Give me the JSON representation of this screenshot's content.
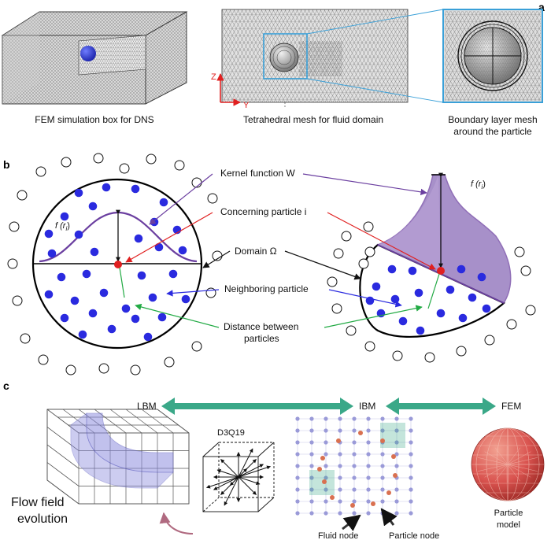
{
  "panels": {
    "a": {
      "letter": "a",
      "captions": [
        "FEM simulation box for DNS",
        "Tetrahedral mesh for fluid domain",
        "Boundary layer mesh",
        "around the particle"
      ],
      "axis_z": "Z",
      "axis_y": "Y"
    },
    "b": {
      "letter": "b",
      "labels": [
        "Kernel function W",
        "Concerning particle i",
        "Domain Ω",
        "Neighboring particle",
        "Distance between",
        "particles"
      ],
      "fr_left": "f (r",
      "fr_right": "f (r",
      "fr_sub": "i",
      "fr_close": ")"
    },
    "c": {
      "letter": "c",
      "arrows": [
        "LBM",
        "IBM",
        "FEM"
      ],
      "d3q19": "D3Q19",
      "flow_line1": "Flow field",
      "flow_line2": "evolution",
      "fluid_node": "Fluid node",
      "particle_node": "Particle node",
      "particle_model_line1": "Particle",
      "particle_model_line2": "model"
    }
  },
  "colors": {
    "mesh": "#555555",
    "blue_sphere": "#2233dd",
    "particle_blue": "#2a2adf",
    "kernel_purple": "#6b3fa0",
    "kernel_fill": "#8a6bb8",
    "red": "#e02020",
    "teal_arrow": "#3aa888",
    "accent_blue": "#3aa0d8",
    "ibm_node": "#9a9ad8",
    "particle_node": "#d97050",
    "sphere_red": "#d9534f",
    "flow_blue": "#8f8fe0"
  }
}
